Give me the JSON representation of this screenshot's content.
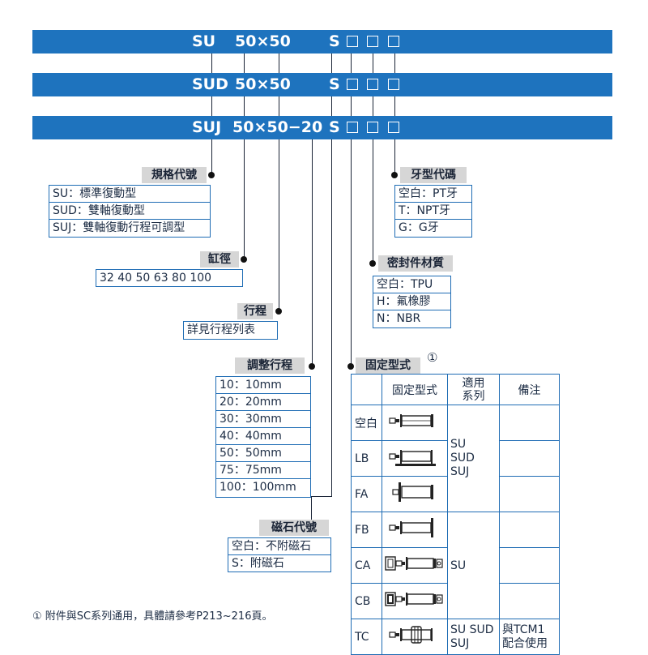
{
  "bars": [
    {
      "model": "SU",
      "size": "50×50",
      "suffix": "S"
    },
    {
      "model": "SUD",
      "size": "50×50",
      "suffix": "S"
    },
    {
      "model": "SUJ",
      "size": "50×50−20",
      "suffix": "S"
    }
  ],
  "spec_code": {
    "title": "規格代號",
    "items": [
      "SU：標準復動型",
      "SUD：雙軸復動型",
      "SUJ：雙軸復動行程可調型"
    ]
  },
  "bore": {
    "title": "缸徑",
    "values": "32  40  50  63  80  100"
  },
  "stroke": {
    "title": "行程",
    "value": "詳見行程列表"
  },
  "adjust_stroke": {
    "title": "調整行程",
    "items": [
      "10：10mm",
      "20：20mm",
      "30：30mm",
      "40：40mm",
      "50：50mm",
      "75：75mm",
      "100：100mm"
    ]
  },
  "magnet": {
    "title": "磁石代號",
    "items": [
      "空白：不附磁石",
      "S：附磁石"
    ]
  },
  "thread": {
    "title": "牙型代碼",
    "items": [
      "空白：PT牙",
      "T：NPT牙",
      "G：G牙"
    ]
  },
  "seal": {
    "title": "密封件材質",
    "items": [
      "空白：TPU",
      "H：氟橡膠",
      "N：NBR"
    ]
  },
  "mount": {
    "title": "固定型式",
    "circle": "①",
    "headers": {
      "type": "固定型式",
      "series": "適用\n系列",
      "remark": "備注"
    },
    "rows": [
      {
        "code": "空白",
        "icon": "basic"
      },
      {
        "code": "LB",
        "icon": "lb"
      },
      {
        "code": "FA",
        "icon": "fa"
      },
      {
        "code": "FB",
        "icon": "fb"
      },
      {
        "code": "CA",
        "icon": "ca"
      },
      {
        "code": "CB",
        "icon": "cb"
      },
      {
        "code": "TC",
        "icon": "tc"
      }
    ],
    "series_groups": [
      {
        "lines": [
          "SU",
          "SUD",
          "SUJ"
        ]
      },
      {
        "lines": [
          "SU"
        ]
      },
      {
        "lines": [
          "SU SUD",
          "SUJ"
        ]
      }
    ],
    "remark_tc": [
      "與TCM1",
      "配合使用"
    ]
  },
  "footnote": "① 附件與SC系列通用，具體請參考P213~216頁。",
  "colors": {
    "bar": "#1e73be",
    "border": "#1e6cb4",
    "label_bg": "#d6d6d6"
  }
}
